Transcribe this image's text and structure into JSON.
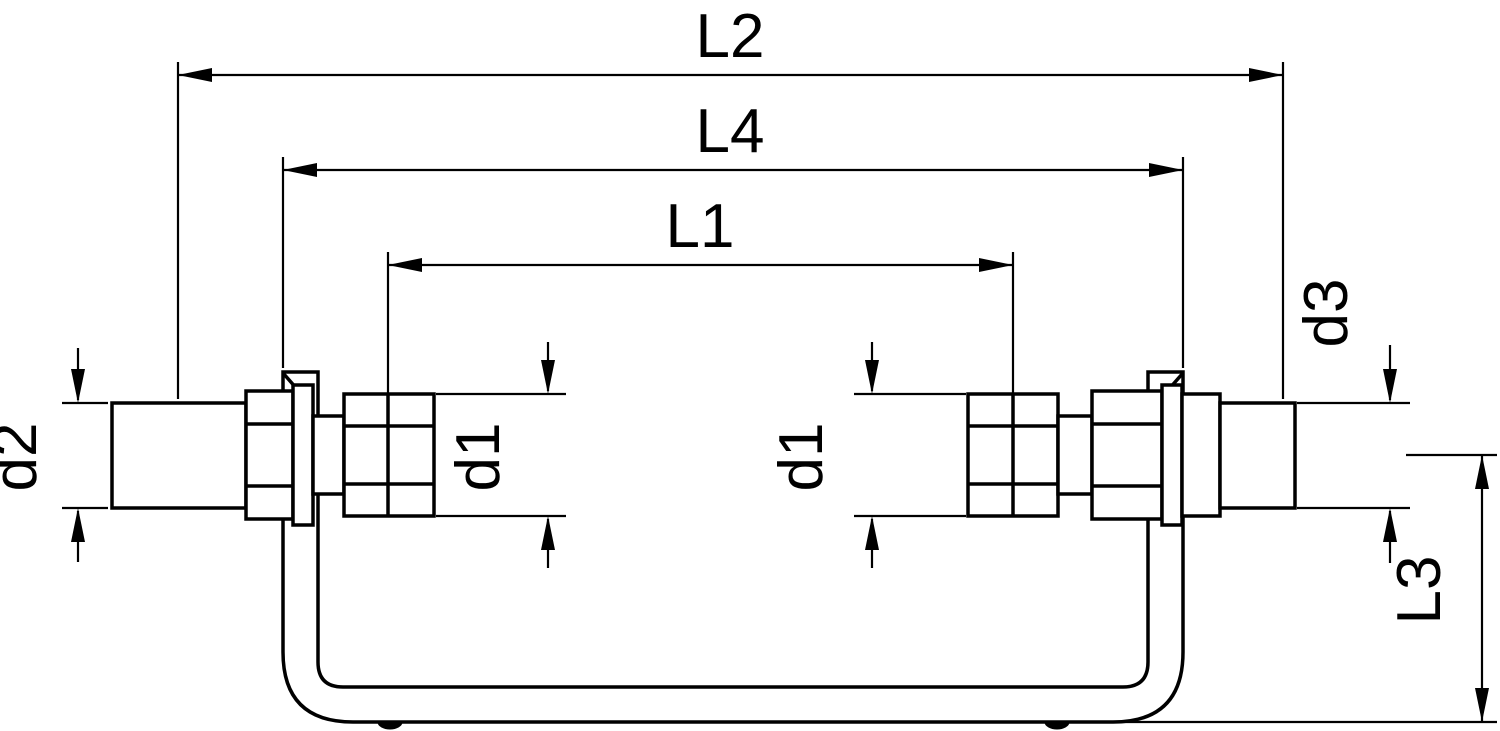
{
  "page": {
    "background_color": "#ffffff",
    "line_color": "#000000"
  },
  "dimensions": {
    "L2": "L2",
    "L4": "L4",
    "L1": "L1",
    "d2": "d2",
    "d1_left": "d1",
    "d1_right": "d1",
    "d3": "d3",
    "L3": "L3"
  }
}
